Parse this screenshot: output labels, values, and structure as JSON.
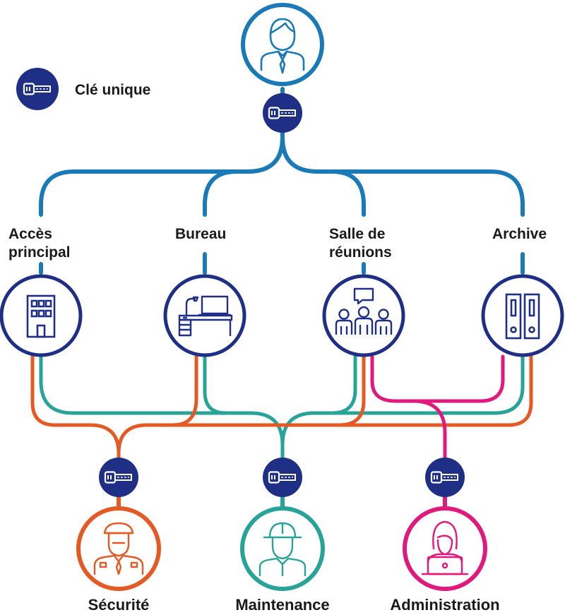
{
  "legend": {
    "label": "Clé unique",
    "icon": "key-icon"
  },
  "colors": {
    "manager": "#1a7ab8",
    "node": "#1f2f86",
    "key_bg": "#1f2f86",
    "security": "#e35a25",
    "maintenance": "#27a397",
    "administration": "#df1a7c"
  },
  "top": {
    "icon": "manager-icon"
  },
  "rooms": [
    {
      "id": "main-entrance",
      "label_lines": [
        "Accès",
        "principal"
      ],
      "icon": "building-icon"
    },
    {
      "id": "office",
      "label_lines": [
        "Bureau"
      ],
      "icon": "desk-icon"
    },
    {
      "id": "meeting-room",
      "label_lines": [
        "Salle de",
        "réunions"
      ],
      "icon": "meeting-icon"
    },
    {
      "id": "archive",
      "label_lines": [
        "Archive"
      ],
      "icon": "binders-icon"
    }
  ],
  "roles": [
    {
      "id": "security",
      "label": "Sécurité",
      "icon": "guard-icon"
    },
    {
      "id": "maintenance",
      "label": "Maintenance",
      "icon": "worker-icon"
    },
    {
      "id": "administration",
      "label": "Administration",
      "icon": "office-worker-icon"
    }
  ]
}
